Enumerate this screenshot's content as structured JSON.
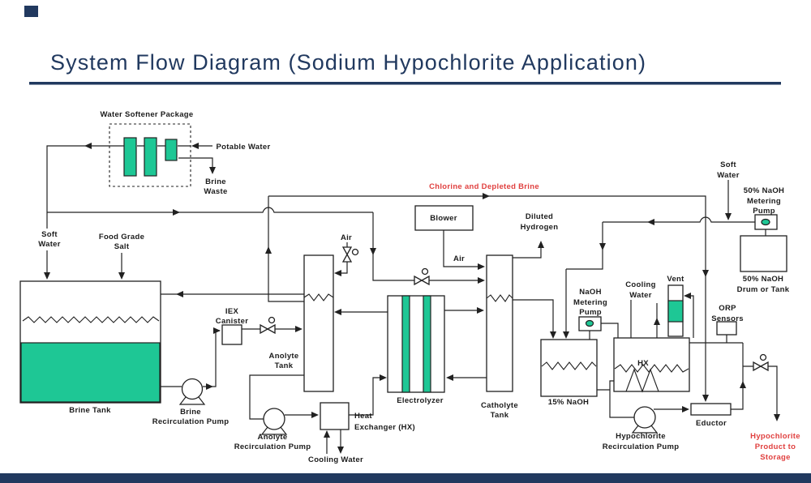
{
  "slide": {
    "title": "System Flow Diagram (Sodium Hypochlorite Application)"
  },
  "colors": {
    "navy": "#21395f",
    "green": "#1ec795",
    "red": "#e0403f",
    "line": "#212121"
  },
  "labels": {
    "water_softener_package": "Water Softener Package",
    "potable_water": "Potable Water",
    "brine_waste": [
      "Brine",
      "Waste"
    ],
    "soft_water_left": [
      "Soft",
      "Water"
    ],
    "food_grade_salt": [
      "Food Grade",
      "Salt"
    ],
    "brine_tank": "Brine Tank",
    "brine_pump": [
      "Brine",
      "Recirculation Pump"
    ],
    "iex_canister": [
      "IEX",
      "Canister"
    ],
    "anolyte_tank": [
      "Anolyte",
      "Tank"
    ],
    "anolyte_pump": [
      "Anolyte",
      "Recirculation Pump"
    ],
    "heat_exchanger": [
      "Heat",
      "Exchanger (HX)"
    ],
    "cooling_water_hx": "Cooling Water",
    "electrolyzer": "Electrolyzer",
    "catholyte_tank": [
      "Catholyte",
      "Tank"
    ],
    "blower": "Blower",
    "air_valve": "Air",
    "air_blower": "Air",
    "chlorine_header": "Chlorine and Depleted Brine",
    "diluted_hydrogen": [
      "Diluted",
      "Hydrogen"
    ],
    "naoh_15": "15% NaOH",
    "naoh_pump": [
      "NaOH",
      "Metering",
      "Pump"
    ],
    "cooling_water_right": [
      "Cooling",
      "Water"
    ],
    "vent": "Vent",
    "hx": "HX",
    "soft_water_right": [
      "Soft",
      "Water"
    ],
    "naoh50_pump": [
      "50% NaOH",
      "Metering",
      "Pump"
    ],
    "naoh50_drum": [
      "50% NaOH",
      "Drum or Tank"
    ],
    "orp_sensors": [
      "ORP",
      "Sensors"
    ],
    "eductor": "Eductor",
    "hypo_pump": [
      "Hypochlorite",
      "Recirculation Pump"
    ],
    "hypo_product": [
      "Hypochlorite",
      "Product to",
      "Storage"
    ]
  }
}
